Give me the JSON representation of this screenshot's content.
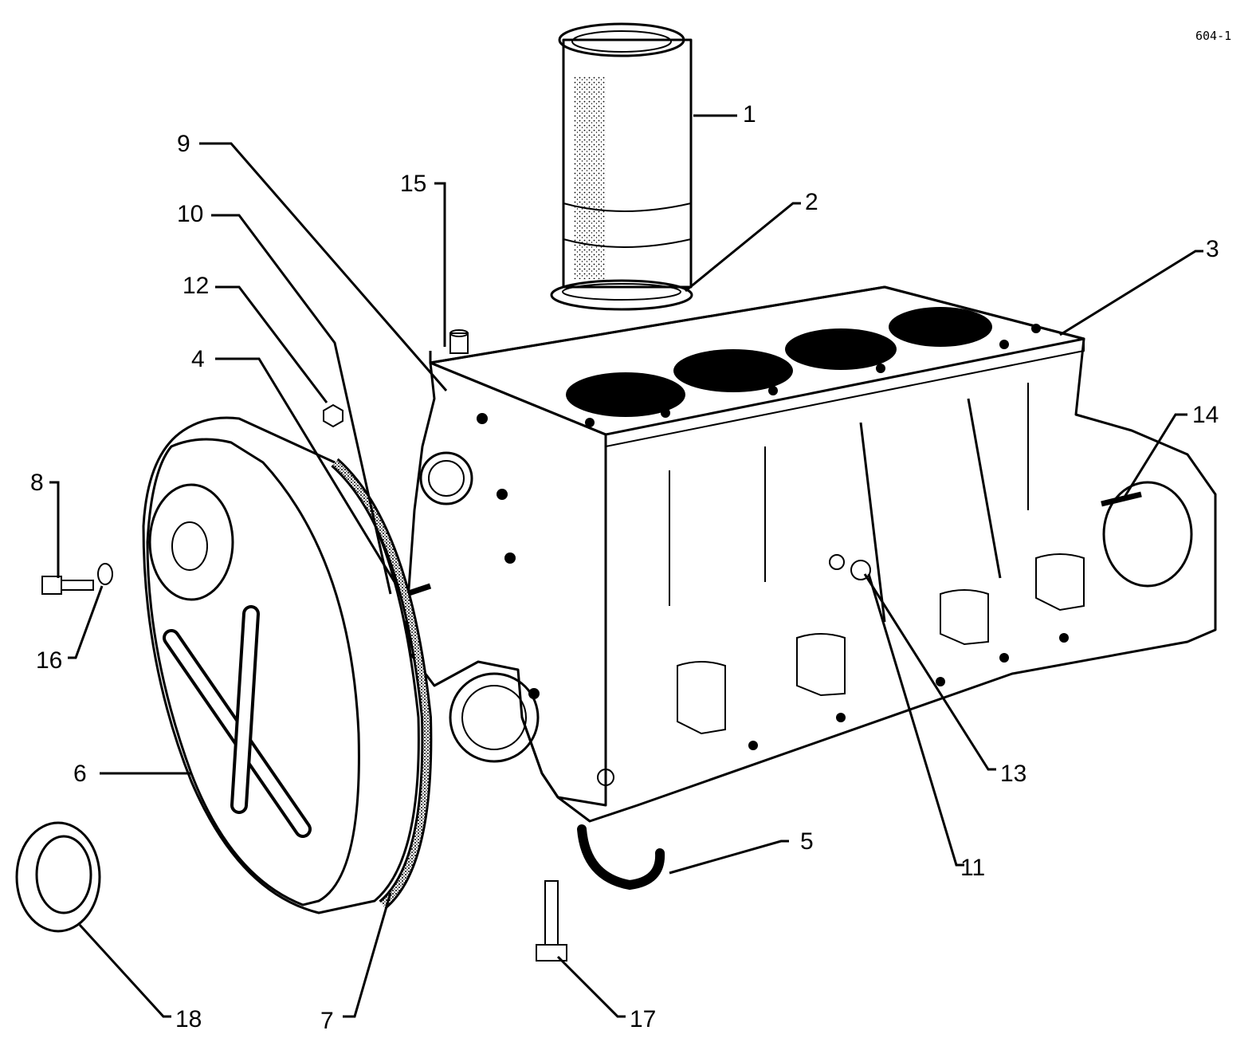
{
  "drawing_ref": "604-1",
  "parts": [
    {
      "number": "1",
      "name": "cylinder-liner"
    },
    {
      "number": "2",
      "name": "liner-seal-ring"
    },
    {
      "number": "3",
      "name": "cylinder-block"
    },
    {
      "number": "4",
      "name": "front-plate-gasket"
    },
    {
      "number": "5",
      "name": "rear-main-seal"
    },
    {
      "number": "6",
      "name": "timing-cover"
    },
    {
      "number": "7",
      "name": "timing-cover-gasket"
    },
    {
      "number": "8",
      "name": "bolt"
    },
    {
      "number": "9",
      "name": "stud"
    },
    {
      "number": "10",
      "name": "stud"
    },
    {
      "number": "11",
      "name": "plug"
    },
    {
      "number": "12",
      "name": "nut"
    },
    {
      "number": "13",
      "name": "plug"
    },
    {
      "number": "14",
      "name": "stud"
    },
    {
      "number": "15",
      "name": "dowel"
    },
    {
      "number": "16",
      "name": "washer"
    },
    {
      "number": "17",
      "name": "bolt"
    },
    {
      "number": "18",
      "name": "oil-seal"
    }
  ]
}
